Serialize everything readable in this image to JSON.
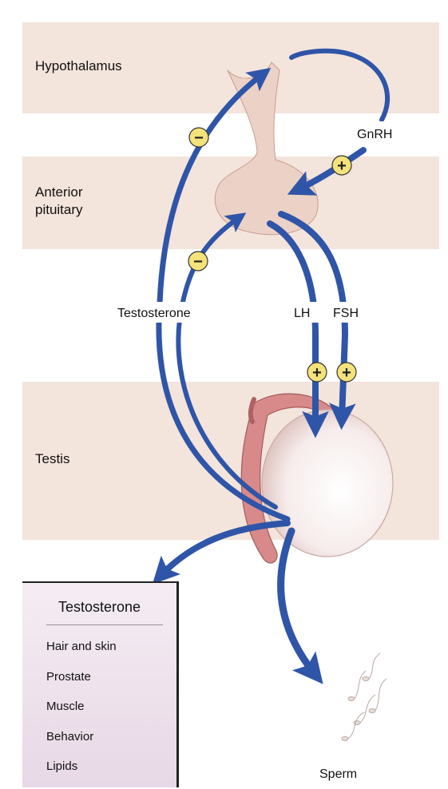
{
  "regions": {
    "hypothalamus": "Hypothalamus",
    "anterior_pituitary_line1": "Anterior",
    "anterior_pituitary_line2": "pituitary",
    "testis": "Testis"
  },
  "hormones": {
    "gnrh": "GnRH",
    "testosterone": "Testosterone",
    "lh": "LH",
    "fsh": "FSH"
  },
  "signs": {
    "positive": "+",
    "negative": "−"
  },
  "effects": {
    "title": "Testosterone",
    "items": [
      "Hair and skin",
      "Prostate",
      "Muscle",
      "Behavior",
      "Lipids"
    ]
  },
  "output": {
    "sperm": "Sperm"
  },
  "colors": {
    "band": "#f3e4dc",
    "arrow": "#2f55a8",
    "sign_fill": "#f4e27a",
    "organ": "#ecd2c6"
  }
}
